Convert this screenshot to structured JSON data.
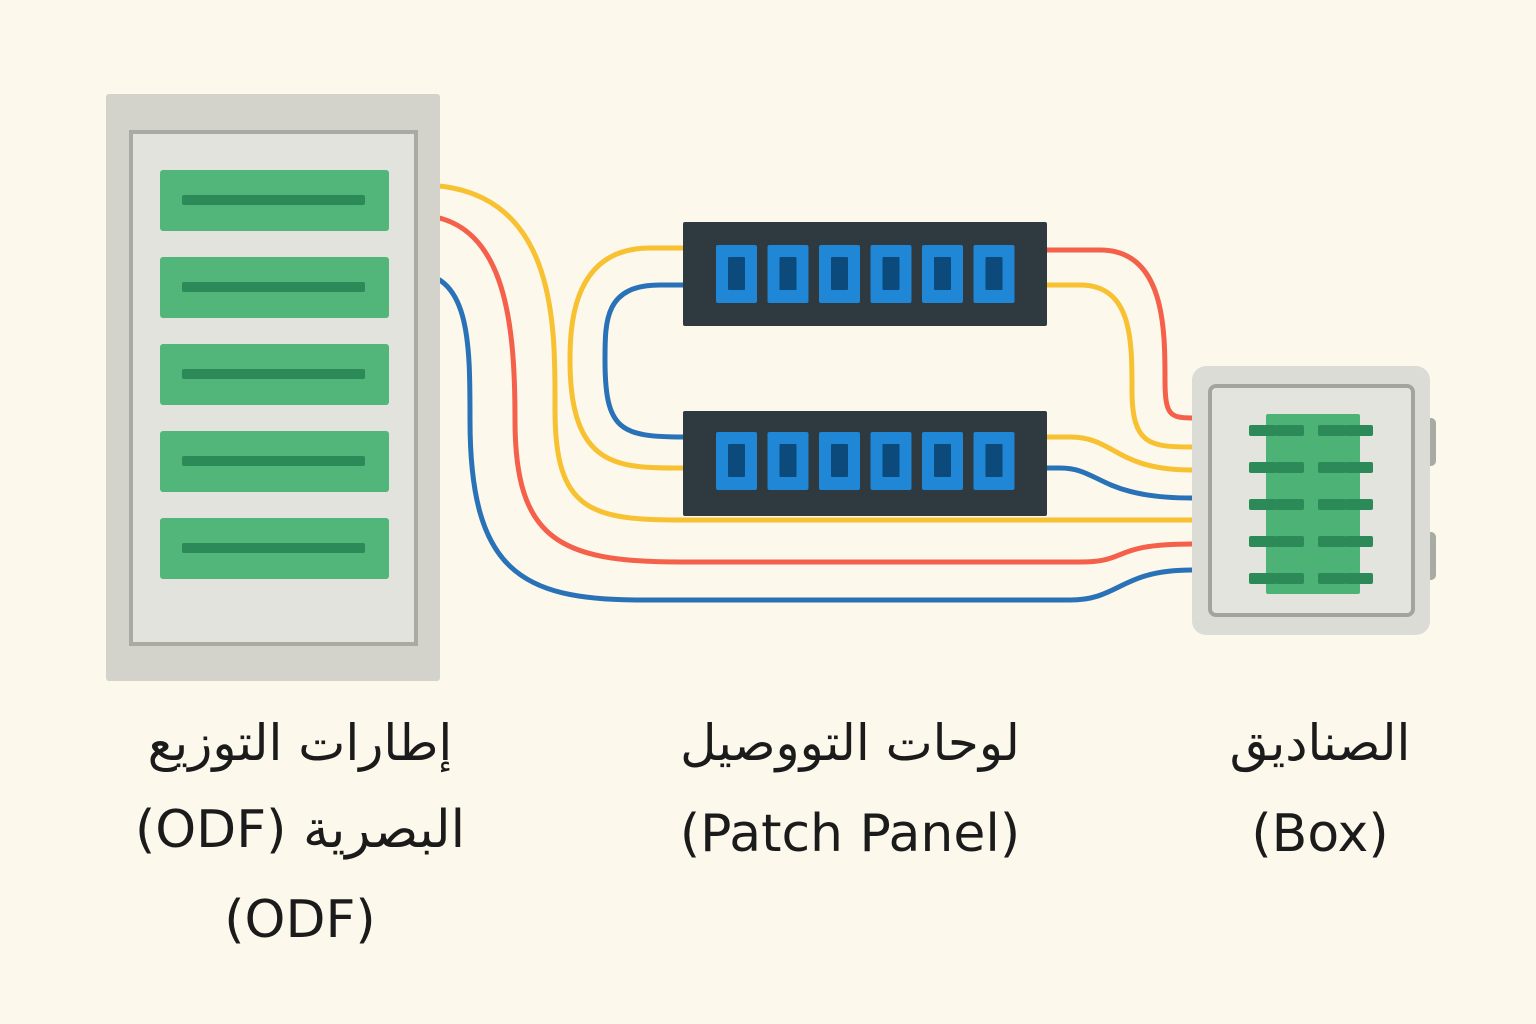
{
  "diagram": {
    "colors": {
      "background": "#fdf8ec",
      "odf_frame": "#d3d3cc",
      "odf_inner": "#e2e3dd",
      "odf_tray": "#52b67a",
      "odf_tray_line": "#2b8a57",
      "patch_panel_body": "#2e3a3f",
      "patch_port": "#1f87d6",
      "patch_port_inner": "#0b4a7a",
      "box_body": "#dcdcd6",
      "box_module": "#4db276",
      "cable_yellow": "#f7c131",
      "cable_red": "#f4604a",
      "cable_blue": "#2a72b8"
    },
    "nodes": {
      "odf": {
        "label_line1": "إطارات التوزيع",
        "label_line2": "البصرية (ODF)",
        "label_line3": "(ODF)",
        "tray_count": 5
      },
      "patch_panel": {
        "label_line1": "لوحات التووصيل",
        "label_line2": "(Patch Panel)",
        "panel_count": 2,
        "ports_per_panel": 6
      },
      "box": {
        "label_line1": "الصناديق",
        "label_line2": "(Box)",
        "connector_rows": 5
      }
    }
  }
}
